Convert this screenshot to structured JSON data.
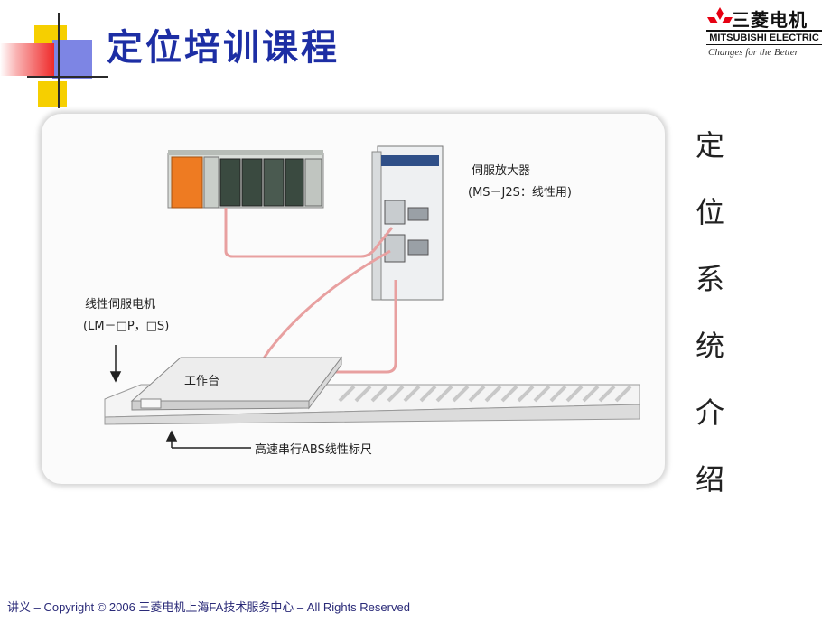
{
  "header": {
    "title": "定位培训课程",
    "logo_cn": "三菱电机",
    "logo_en": "MITSUBISHI ELECTRIC",
    "logo_tagline": "Changes for the Better"
  },
  "diagram": {
    "servo_amp_label": "伺服放大器",
    "servo_amp_model": "(MS－J2S：线性用)",
    "motor_label": "线性伺服电机",
    "motor_model": "(LM－□P，□S)",
    "table_label": "工作台",
    "scale_label": "高速串行ABS线性标尺"
  },
  "side_text": [
    "定",
    "位",
    "系",
    "统",
    "介",
    "绍"
  ],
  "footer": "讲义 – Copyright © 2006 三菱电机上海FA技术服务中心 – All Rights Reserved",
  "colors": {
    "title": "#1d2ea4",
    "logo_red": "#e60012",
    "cable": "#e8a0a0",
    "plc_orange": "#ee7b22",
    "footer": "#2a2a78"
  }
}
